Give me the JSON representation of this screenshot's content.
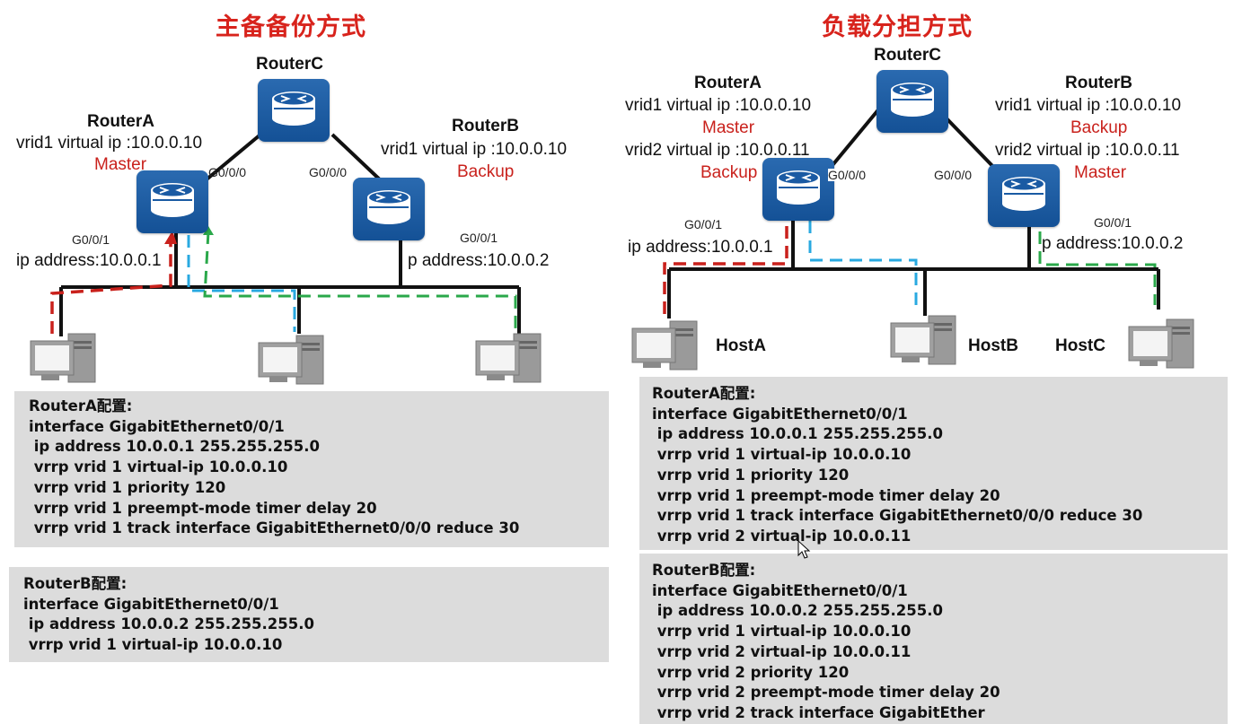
{
  "left": {
    "title": "主备备份方式",
    "routerC": {
      "name": "RouterC"
    },
    "routerA": {
      "name": "RouterA",
      "vip": "vrid1 virtual ip :10.0.0.10",
      "state": "Master",
      "port_up": "G0/0/0",
      "port_down": "G0/0/1",
      "ip": "ip address:10.0.0.1"
    },
    "routerB": {
      "name": "RouterB",
      "vip": "vrid1 virtual ip :10.0.0.10",
      "state": "Backup",
      "port_up": "G0/0/0",
      "port_down": "G0/0/1",
      "ip": "p address:10.0.0.2"
    },
    "configA": {
      "header": "RouterA配置:",
      "lines": [
        "interface GigabitEthernet0/0/1",
        " ip address 10.0.0.1 255.255.255.0",
        " vrrp vrid 1 virtual-ip 10.0.0.10",
        " vrrp vrid 1 priority 120",
        " vrrp vrid 1 preempt-mode timer delay 20",
        " vrrp vrid 1 track interface GigabitEthernet0/0/0 reduce 30"
      ]
    },
    "configB": {
      "header": "RouterB配置:",
      "lines": [
        "interface GigabitEthernet0/0/1",
        " ip address 10.0.0.2 255.255.255.0",
        " vrrp vrid 1 virtual-ip 10.0.0.10"
      ]
    }
  },
  "right": {
    "title": "负载分担方式",
    "routerC": {
      "name": "RouterC"
    },
    "routerA": {
      "name": "RouterA",
      "vip1": "vrid1 virtual ip :10.0.0.10",
      "state1": "Master",
      "vip2": "vrid2 virtual ip :10.0.0.11",
      "state2": "Backup",
      "port_up": "G0/0/0",
      "port_down": "G0/0/1",
      "ip": "ip address:10.0.0.1"
    },
    "routerB": {
      "name": "RouterB",
      "vip1": "vrid1 virtual ip :10.0.0.10",
      "state1": "Backup",
      "vip2": "vrid2 virtual ip :10.0.0.11",
      "state2": "Master",
      "port_up": "G0/0/0",
      "port_down": "G0/0/1",
      "ip": "p address:10.0.0.2"
    },
    "hosts": [
      "HostA",
      "HostB",
      "HostC"
    ],
    "configA": {
      "header": "RouterA配置:",
      "lines": [
        "interface GigabitEthernet0/0/1",
        " ip address 10.0.0.1 255.255.255.0",
        " vrrp vrid 1 virtual-ip 10.0.0.10",
        " vrrp vrid 1 priority 120",
        " vrrp vrid 1 preempt-mode timer delay 20",
        " vrrp vrid 1 track interface GigabitEthernet0/0/0 reduce 30",
        " vrrp vrid 2 virtual-ip 10.0.0.11"
      ]
    },
    "configB": {
      "header": "RouterB配置:",
      "lines": [
        "interface GigabitEthernet0/0/1",
        " ip address 10.0.0.2 255.255.255.0",
        " vrrp vrid 1 virtual-ip 10.0.0.10",
        " vrrp vrid 2 virtual-ip 10.0.0.11",
        " vrrp vrid 2 priority 120",
        " vrrp vrid 2 preempt-mode timer delay 20",
        " vrrp vrid 2 track interface GigabitEther"
      ]
    }
  },
  "colors": {
    "title": "#d8231c",
    "state": "#c9211c",
    "router": "#1a5aa3",
    "path_red": "#c9211c",
    "path_blue": "#29a9e0",
    "path_green": "#2aa84a",
    "config_bg": "#dcdcdc"
  }
}
